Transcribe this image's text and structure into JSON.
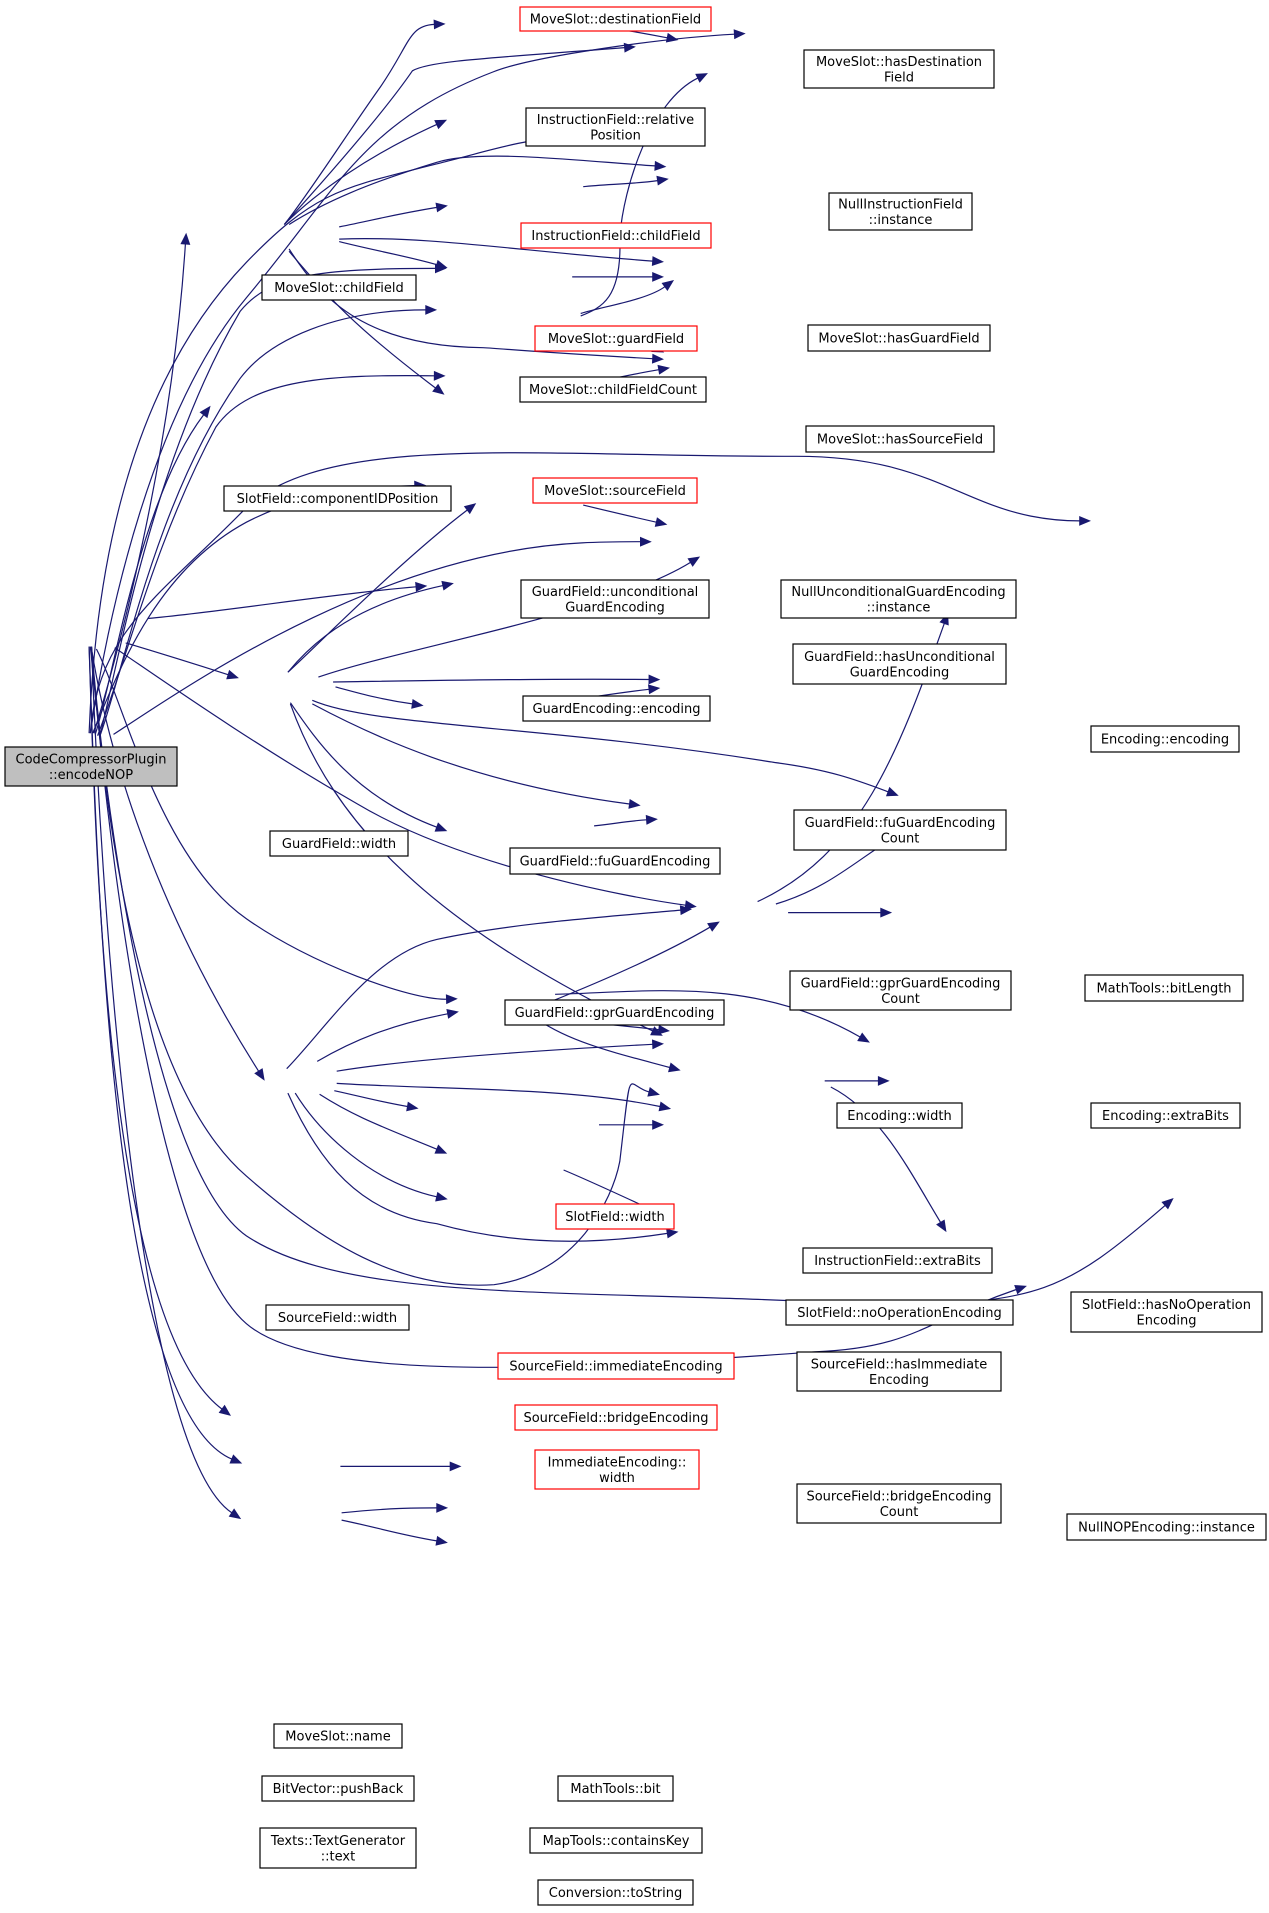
{
  "nodes": [
    {
      "id": "root",
      "lines": [
        "CodeCompressorPlugin",
        "::encodeNOP"
      ],
      "style": "root"
    },
    {
      "id": "dest",
      "lines": [
        "MoveSlot::destinationField"
      ],
      "style": "red"
    },
    {
      "id": "hasDest",
      "lines": [
        "MoveSlot::hasDestination",
        "Field"
      ],
      "style": "black"
    },
    {
      "id": "relpos",
      "lines": [
        "InstructionField::relative",
        "Position"
      ],
      "style": "black"
    },
    {
      "id": "nullInstr",
      "lines": [
        "NullInstructionField",
        "::instance"
      ],
      "style": "black"
    },
    {
      "id": "instrChild",
      "lines": [
        "InstructionField::childField"
      ],
      "style": "red"
    },
    {
      "id": "msChild",
      "lines": [
        "MoveSlot::childField"
      ],
      "style": "black"
    },
    {
      "id": "guardField",
      "lines": [
        "MoveSlot::guardField"
      ],
      "style": "red"
    },
    {
      "id": "hasGuard",
      "lines": [
        "MoveSlot::hasGuardField"
      ],
      "style": "black"
    },
    {
      "id": "childCount",
      "lines": [
        "MoveSlot::childFieldCount"
      ],
      "style": "black"
    },
    {
      "id": "hasSource",
      "lines": [
        "MoveSlot::hasSourceField"
      ],
      "style": "black"
    },
    {
      "id": "sourceField",
      "lines": [
        "MoveSlot::sourceField"
      ],
      "style": "red"
    },
    {
      "id": "compId",
      "lines": [
        "SlotField::componentIDPosition"
      ],
      "style": "black"
    },
    {
      "id": "gfUncond",
      "lines": [
        "GuardField::unconditional",
        "GuardEncoding"
      ],
      "style": "black"
    },
    {
      "id": "nullUncond",
      "lines": [
        "NullUnconditionalGuardEncoding",
        "::instance"
      ],
      "style": "black"
    },
    {
      "id": "hasUncond",
      "lines": [
        "GuardField::hasUnconditional",
        "GuardEncoding"
      ],
      "style": "black"
    },
    {
      "id": "geEnc",
      "lines": [
        "GuardEncoding::encoding"
      ],
      "style": "black"
    },
    {
      "id": "encEnc",
      "lines": [
        "Encoding::encoding"
      ],
      "style": "black"
    },
    {
      "id": "gfWidth",
      "lines": [
        "GuardField::width"
      ],
      "style": "black"
    },
    {
      "id": "fuCount",
      "lines": [
        "GuardField::fuGuardEncoding",
        "Count"
      ],
      "style": "black"
    },
    {
      "id": "fuEnc",
      "lines": [
        "GuardField::fuGuardEncoding"
      ],
      "style": "black"
    },
    {
      "id": "bitLen",
      "lines": [
        "MathTools::bitLength"
      ],
      "style": "black"
    },
    {
      "id": "gprCount",
      "lines": [
        "GuardField::gprGuardEncoding",
        "Count"
      ],
      "style": "black"
    },
    {
      "id": "gprEnc",
      "lines": [
        "GuardField::gprGuardEncoding"
      ],
      "style": "black"
    },
    {
      "id": "encWidth",
      "lines": [
        "Encoding::width"
      ],
      "style": "black"
    },
    {
      "id": "extraBits",
      "lines": [
        "Encoding::extraBits"
      ],
      "style": "black"
    },
    {
      "id": "sfWidth",
      "lines": [
        "SlotField::width"
      ],
      "style": "red"
    },
    {
      "id": "ifExtra",
      "lines": [
        "InstructionField::extraBits"
      ],
      "style": "black"
    },
    {
      "id": "hasNoOp",
      "lines": [
        "SlotField::hasNoOperation",
        "Encoding"
      ],
      "style": "black"
    },
    {
      "id": "noOpEnc",
      "lines": [
        "SlotField::noOperationEncoding"
      ],
      "style": "black"
    },
    {
      "id": "srcWidth",
      "lines": [
        "SourceField::width"
      ],
      "style": "black"
    },
    {
      "id": "immEnc",
      "lines": [
        "SourceField::immediateEncoding"
      ],
      "style": "red"
    },
    {
      "id": "hasImm",
      "lines": [
        "SourceField::hasImmediate",
        "Encoding"
      ],
      "style": "black"
    },
    {
      "id": "bridgeEnc",
      "lines": [
        "SourceField::bridgeEncoding"
      ],
      "style": "red"
    },
    {
      "id": "immWidth",
      "lines": [
        "ImmediateEncoding::",
        "width"
      ],
      "style": "red"
    },
    {
      "id": "bridgeCount",
      "lines": [
        "SourceField::bridgeEncoding",
        "Count"
      ],
      "style": "black"
    },
    {
      "id": "nullNop",
      "lines": [
        "NullNOPEncoding::instance"
      ],
      "style": "black"
    },
    {
      "id": "msName",
      "lines": [
        "MoveSlot::name"
      ],
      "style": "black"
    },
    {
      "id": "pushBack",
      "lines": [
        "BitVector::pushBack"
      ],
      "style": "black"
    },
    {
      "id": "mtBit",
      "lines": [
        "MathTools::bit"
      ],
      "style": "black"
    },
    {
      "id": "textGen",
      "lines": [
        "Texts::TextGenerator",
        "::text"
      ],
      "style": "black"
    },
    {
      "id": "containsKey",
      "lines": [
        "MapTools::containsKey"
      ],
      "style": "black"
    },
    {
      "id": "toString",
      "lines": [
        "Conversion::toString"
      ],
      "style": "black"
    }
  ],
  "edges": [
    {
      "from": "root",
      "to": "dest"
    },
    {
      "from": "root",
      "to": "hasDest"
    },
    {
      "from": "root",
      "to": "msChild"
    },
    {
      "from": "root",
      "to": "guardField"
    },
    {
      "from": "root",
      "to": "childCount"
    },
    {
      "from": "root",
      "to": "sourceField"
    },
    {
      "from": "root",
      "to": "compId"
    },
    {
      "from": "root",
      "to": "encEnc"
    },
    {
      "from": "root",
      "to": "gfUncond"
    },
    {
      "from": "root",
      "to": "hasUncond"
    },
    {
      "from": "root",
      "to": "geEnc"
    },
    {
      "from": "root",
      "to": "gfWidth"
    },
    {
      "from": "root",
      "to": "encWidth"
    },
    {
      "from": "root",
      "to": "sfWidth"
    },
    {
      "from": "root",
      "to": "srcWidth"
    },
    {
      "from": "root",
      "to": "noOpEnc"
    },
    {
      "from": "root",
      "to": "hasNoOp"
    },
    {
      "from": "root",
      "to": "nullNop"
    },
    {
      "from": "root",
      "to": "msName"
    },
    {
      "from": "root",
      "to": "pushBack"
    },
    {
      "from": "root",
      "to": "textGen"
    },
    {
      "from": "dest",
      "to": "hasDest"
    },
    {
      "from": "msChild",
      "to": "dest"
    },
    {
      "from": "msChild",
      "to": "hasDest"
    },
    {
      "from": "msChild",
      "to": "relpos"
    },
    {
      "from": "msChild",
      "to": "nullInstr"
    },
    {
      "from": "msChild",
      "to": "instrChild"
    },
    {
      "from": "msChild",
      "to": "hasGuard"
    },
    {
      "from": "msChild",
      "to": "guardField"
    },
    {
      "from": "msChild",
      "to": "hasSource"
    },
    {
      "from": "msChild",
      "to": "sourceField"
    },
    {
      "from": "instrChild",
      "to": "nullInstr"
    },
    {
      "from": "guardField",
      "to": "hasGuard"
    },
    {
      "from": "childCount",
      "to": "hasDest"
    },
    {
      "from": "childCount",
      "to": "hasGuard"
    },
    {
      "from": "childCount",
      "to": "hasSource"
    },
    {
      "from": "sourceField",
      "to": "hasSource"
    },
    {
      "from": "gfUncond",
      "to": "nullUncond"
    },
    {
      "from": "gfUncond",
      "to": "hasUncond"
    },
    {
      "from": "gfWidth",
      "to": "gfUncond"
    },
    {
      "from": "gfWidth",
      "to": "geEnc"
    },
    {
      "from": "gfWidth",
      "to": "hasUncond"
    },
    {
      "from": "gfWidth",
      "to": "fuCount"
    },
    {
      "from": "gfWidth",
      "to": "fuEnc"
    },
    {
      "from": "gfWidth",
      "to": "bitLen"
    },
    {
      "from": "gfWidth",
      "to": "gprCount"
    },
    {
      "from": "gfWidth",
      "to": "gprEnc"
    },
    {
      "from": "gfWidth",
      "to": "ifExtra"
    },
    {
      "from": "fuEnc",
      "to": "fuCount"
    },
    {
      "from": "gprEnc",
      "to": "gprCount"
    },
    {
      "from": "encWidth",
      "to": "encEnc"
    },
    {
      "from": "encWidth",
      "to": "bitLen"
    },
    {
      "from": "encWidth",
      "to": "extraBits"
    },
    {
      "from": "sfWidth",
      "to": "encWidth"
    },
    {
      "from": "sfWidth",
      "to": "ifExtra"
    },
    {
      "from": "sfWidth",
      "to": "hasNoOp"
    },
    {
      "from": "sfWidth",
      "to": "noOpEnc"
    },
    {
      "from": "noOpEnc",
      "to": "hasNoOp"
    },
    {
      "from": "noOpEnc",
      "to": "nullNop"
    },
    {
      "from": "srcWidth",
      "to": "encWidth"
    },
    {
      "from": "srcWidth",
      "to": "sfWidth"
    },
    {
      "from": "srcWidth",
      "to": "ifExtra"
    },
    {
      "from": "srcWidth",
      "to": "hasImm"
    },
    {
      "from": "srcWidth",
      "to": "immEnc"
    },
    {
      "from": "srcWidth",
      "to": "bridgeEnc"
    },
    {
      "from": "srcWidth",
      "to": "immWidth"
    },
    {
      "from": "srcWidth",
      "to": "bridgeCount"
    },
    {
      "from": "immEnc",
      "to": "hasImm"
    },
    {
      "from": "bridgeEnc",
      "to": "bridgeCount"
    },
    {
      "from": "pushBack",
      "to": "mtBit"
    },
    {
      "from": "textGen",
      "to": "containsKey"
    },
    {
      "from": "textGen",
      "to": "toString"
    }
  ],
  "colors": {
    "edge": "#191970",
    "root_fill": "#bfbfbf",
    "node_border": "#000000",
    "ref_border": "#ff0000",
    "text": "#000000"
  }
}
